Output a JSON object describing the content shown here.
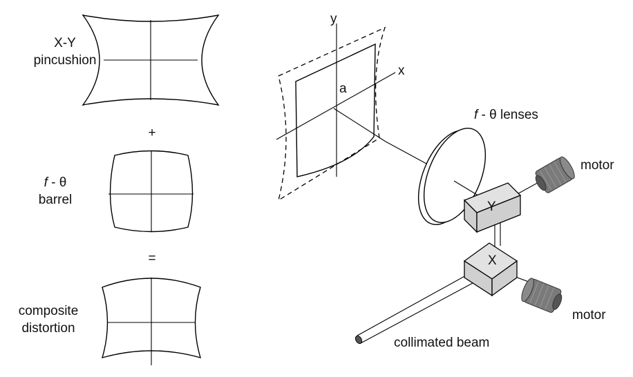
{
  "labels": {
    "pincushion": [
      "X-Y",
      "pincushion"
    ],
    "plus": "+",
    "ftheta_barrel_line1": {
      "italic": "f",
      "rest": " - θ"
    },
    "barrel": "barrel",
    "equals": "=",
    "composite": [
      "composite",
      "distortion"
    ],
    "axis_y": "y",
    "axis_x": "x",
    "point_a": "a",
    "lenses": {
      "italic": "f",
      "rest": " - θ lenses"
    },
    "mirror_y": "Y",
    "mirror_x": "X",
    "motor_top": "motor",
    "motor_bottom": "motor",
    "beam": "collimated beam"
  },
  "colors": {
    "line": "#000000",
    "mirror_fill": "#cfcfcf",
    "motor_fill": "#7a7a7a"
  }
}
